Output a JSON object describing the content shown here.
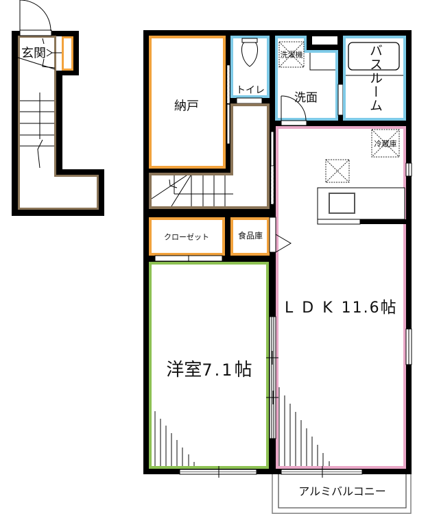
{
  "floor_plan": {
    "entrance": {
      "label": "玄関"
    },
    "rooms": {
      "storage": {
        "label": "納戸"
      },
      "toilet": {
        "label": "トイレ"
      },
      "washroom": {
        "label": "洗面"
      },
      "washing_machine": {
        "label": "洗濯機"
      },
      "bathroom": {
        "label": "バスルーム"
      },
      "refrigerator": {
        "label": "冷蔵庫"
      },
      "closet": {
        "label": "クローゼット"
      },
      "pantry": {
        "label": "食品庫"
      },
      "western_room": {
        "name": "洋室",
        "area": "7.1",
        "unit": "帖"
      },
      "ldk": {
        "name": "LDK",
        "area": "11.6",
        "unit": "帖"
      },
      "balcony": {
        "label": "アルミバルコニー"
      }
    },
    "colors": {
      "wall": "#000000",
      "storage": "#f2a23c",
      "wet_area": "#7fcbe8",
      "hallway": "#8b7558",
      "western_room": "#8dc153",
      "ldk": "#e9a7c7",
      "balcony_outline": "#808080",
      "background": "#ffffff"
    }
  }
}
